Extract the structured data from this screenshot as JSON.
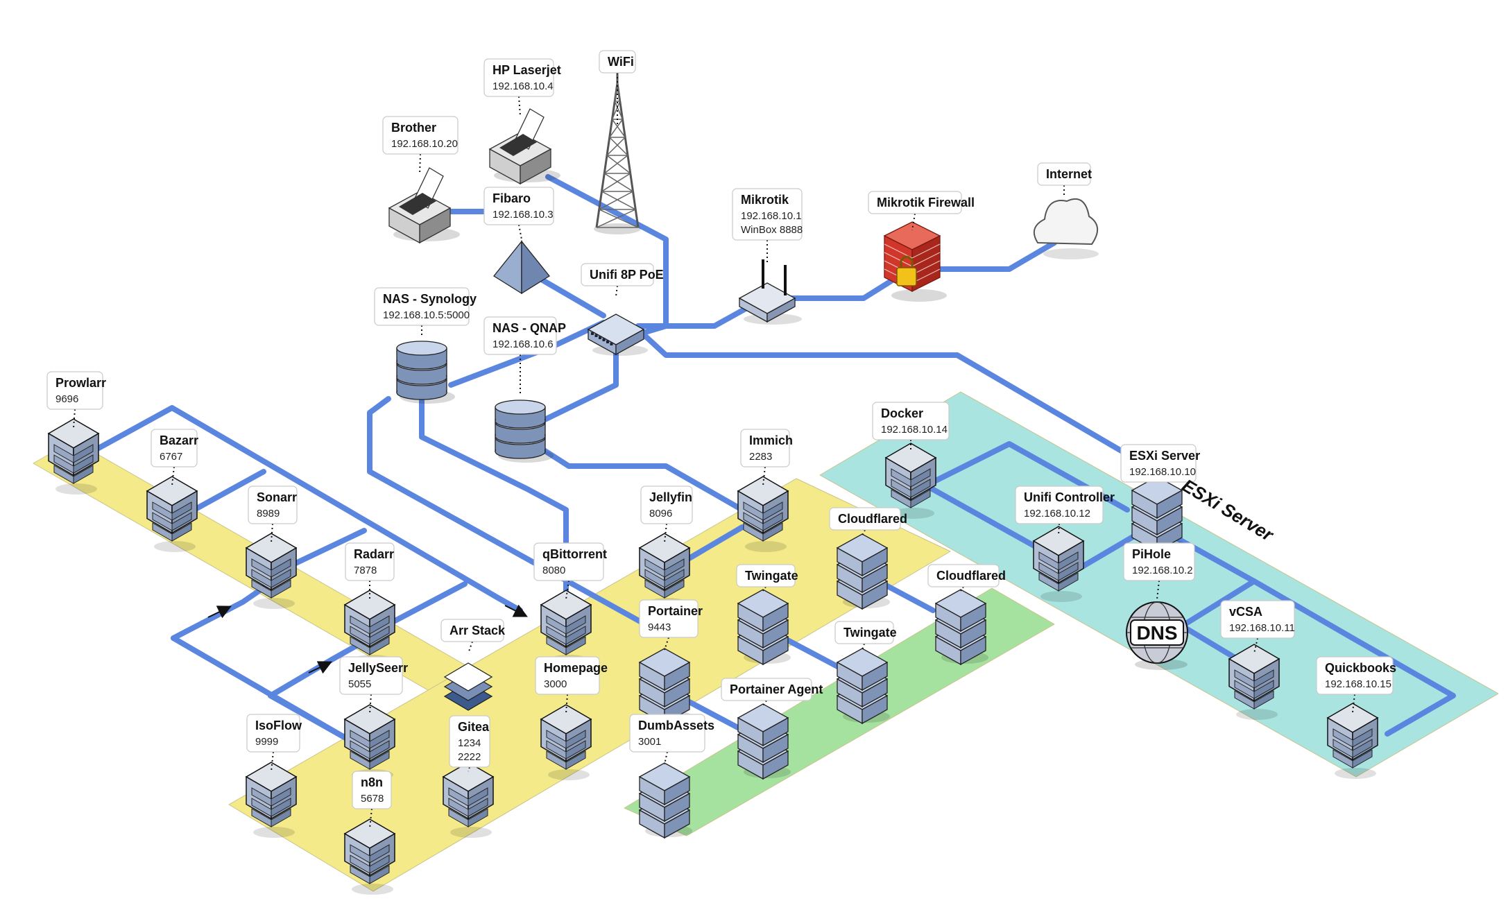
{
  "zone": {
    "esxi_title": "ESXi Server"
  },
  "colors": {
    "link": "#5b86e0",
    "zone_yellow": "#f4ea8a",
    "zone_green": "#a5e2a0",
    "zone_teal": "#a9e4e1",
    "server_face": "#b9c8e0",
    "server_edge": "#1a1a1a"
  },
  "nodes": [
    {
      "id": "hp-laserjet",
      "name": "HP Laserjet",
      "sub": [
        "192.168.10.4"
      ],
      "icon": "printer-icon"
    },
    {
      "id": "wifi",
      "name": "WiFi",
      "sub": [],
      "icon": "antenna-tower-icon"
    },
    {
      "id": "brother",
      "name": "Brother",
      "sub": [
        "192.168.10.20"
      ],
      "icon": "printer-icon"
    },
    {
      "id": "fibaro",
      "name": "Fibaro",
      "sub": [
        "192.168.10.3"
      ],
      "icon": "pyramid-icon"
    },
    {
      "id": "unifi-8p-poe",
      "name": "Unifi 8P PoE",
      "sub": [],
      "icon": "switch-icon"
    },
    {
      "id": "mikrotik",
      "name": "Mikrotik",
      "sub": [
        "192.168.10.1",
        "WinBox 8888"
      ],
      "icon": "router-icon"
    },
    {
      "id": "mikrotik-firewall",
      "name": "Mikrotik Firewall",
      "sub": [],
      "icon": "firewall-icon"
    },
    {
      "id": "internet",
      "name": "Internet",
      "sub": [],
      "icon": "cloud-icon"
    },
    {
      "id": "nas-synology",
      "name": "NAS - Synology",
      "sub": [
        "192.168.10.5:5000"
      ],
      "icon": "database-icon"
    },
    {
      "id": "nas-qnap",
      "name": "NAS - QNAP",
      "sub": [
        "192.168.10.6"
      ],
      "icon": "database-icon"
    },
    {
      "id": "prowlarr",
      "name": "Prowlarr",
      "sub": [
        "9696"
      ],
      "icon": "container-icon"
    },
    {
      "id": "bazarr",
      "name": "Bazarr",
      "sub": [
        "6767"
      ],
      "icon": "container-icon"
    },
    {
      "id": "sonarr",
      "name": "Sonarr",
      "sub": [
        "8989"
      ],
      "icon": "container-icon"
    },
    {
      "id": "radarr",
      "name": "Radarr",
      "sub": [
        "7878"
      ],
      "icon": "container-icon"
    },
    {
      "id": "jellyseerr",
      "name": "JellySeerr",
      "sub": [
        "5055"
      ],
      "icon": "container-icon"
    },
    {
      "id": "isoflow",
      "name": "IsoFlow",
      "sub": [
        "9999"
      ],
      "icon": "container-icon"
    },
    {
      "id": "n8n",
      "name": "n8n",
      "sub": [
        "5678"
      ],
      "icon": "container-icon"
    },
    {
      "id": "arr-stack",
      "name": "Arr Stack",
      "sub": [],
      "icon": "stack-icon"
    },
    {
      "id": "gitea",
      "name": "Gitea",
      "sub": [
        "1234",
        "2222"
      ],
      "icon": "container-icon"
    },
    {
      "id": "qbittorrent",
      "name": "qBittorrent",
      "sub": [
        "8080"
      ],
      "icon": "container-icon"
    },
    {
      "id": "homepage",
      "name": "Homepage",
      "sub": [
        "3000"
      ],
      "icon": "container-icon"
    },
    {
      "id": "jellyfin",
      "name": "Jellyfin",
      "sub": [
        "8096"
      ],
      "icon": "container-icon"
    },
    {
      "id": "portainer",
      "name": "Portainer",
      "sub": [
        "9443"
      ],
      "icon": "server-icon"
    },
    {
      "id": "dumbassets",
      "name": "DumbAssets",
      "sub": [
        "3001"
      ],
      "icon": "server-icon"
    },
    {
      "id": "immich",
      "name": "Immich",
      "sub": [
        "2283"
      ],
      "icon": "container-icon"
    },
    {
      "id": "twingate-1",
      "name": "Twingate",
      "sub": [],
      "icon": "server-icon"
    },
    {
      "id": "portainer-agent",
      "name": "Portainer Agent",
      "sub": [],
      "icon": "server-icon"
    },
    {
      "id": "cloudflared-1",
      "name": "Cloudflared",
      "sub": [],
      "icon": "server-icon"
    },
    {
      "id": "twingate-2",
      "name": "Twingate",
      "sub": [],
      "icon": "server-icon"
    },
    {
      "id": "cloudflared-2",
      "name": "Cloudflared",
      "sub": [],
      "icon": "server-icon"
    },
    {
      "id": "docker",
      "name": "Docker",
      "sub": [
        "192.168.10.14"
      ],
      "icon": "container-icon"
    },
    {
      "id": "unifi-controller",
      "name": "Unifi Controller",
      "sub": [
        "192.168.10.12"
      ],
      "icon": "container-icon"
    },
    {
      "id": "esxi-server",
      "name": "ESXi Server",
      "sub": [
        "192.168.10.10"
      ],
      "icon": "server-icon"
    },
    {
      "id": "pihole",
      "name": "PiHole",
      "sub": [
        "192.168.10.2"
      ],
      "icon": "dns-globe-icon"
    },
    {
      "id": "vcsa",
      "name": "vCSA",
      "sub": [
        "192.168.10.11"
      ],
      "icon": "container-icon"
    },
    {
      "id": "quickbooks",
      "name": "Quickbooks",
      "sub": [
        "192.168.10.15"
      ],
      "icon": "container-icon"
    }
  ],
  "dns_label": "DNS"
}
